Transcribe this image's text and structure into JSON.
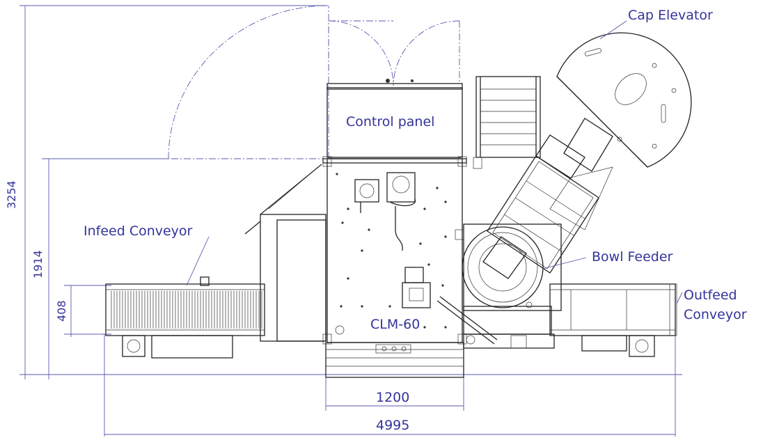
{
  "labels": {
    "cap_elevator": "Cap Elevator",
    "control_panel": "Control panel",
    "infeed_conveyor": "Infeed Conveyor",
    "bowl_feeder": "Bowl Feeder",
    "outfeed_conveyor_line1": "Outfeed",
    "outfeed_conveyor_line2": "Conveyor",
    "machine_model": "CLM-60"
  },
  "dimensions": {
    "overall_height": "3254",
    "conveyor_height": "1914",
    "conveyor_width": "408",
    "machine_width": "1200",
    "overall_width": "4995"
  },
  "colors": {
    "annotation": "#33339a",
    "dimension_lines": "#5a5ab0",
    "drawing_lines": "#222222"
  }
}
